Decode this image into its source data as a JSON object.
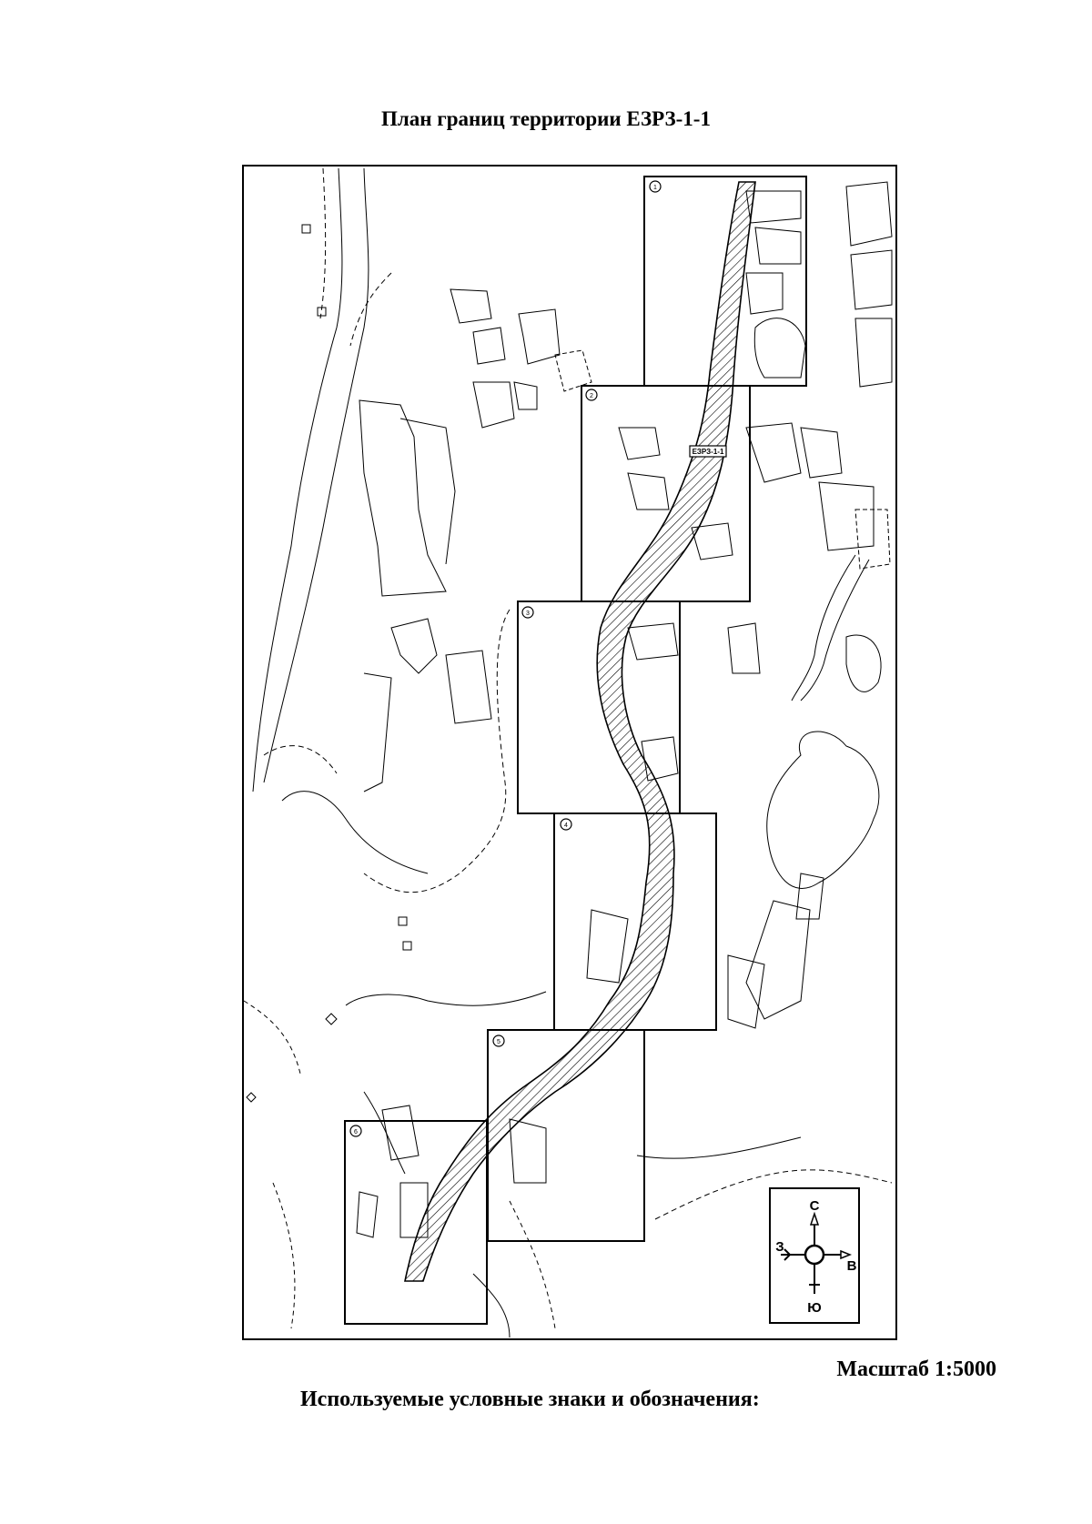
{
  "title": "План границ территории ЕЗРЗ-1-1",
  "zone_label": "ЕЗРЗ-1-1",
  "sheets": [
    "1",
    "2",
    "3",
    "4",
    "5",
    "6"
  ],
  "compass": {
    "north": "С",
    "south": "Ю",
    "west": "З",
    "east": "В"
  },
  "scale_text": "Масштаб 1:5000",
  "legend_heading": "Используемые условные знаки и обозначения:"
}
